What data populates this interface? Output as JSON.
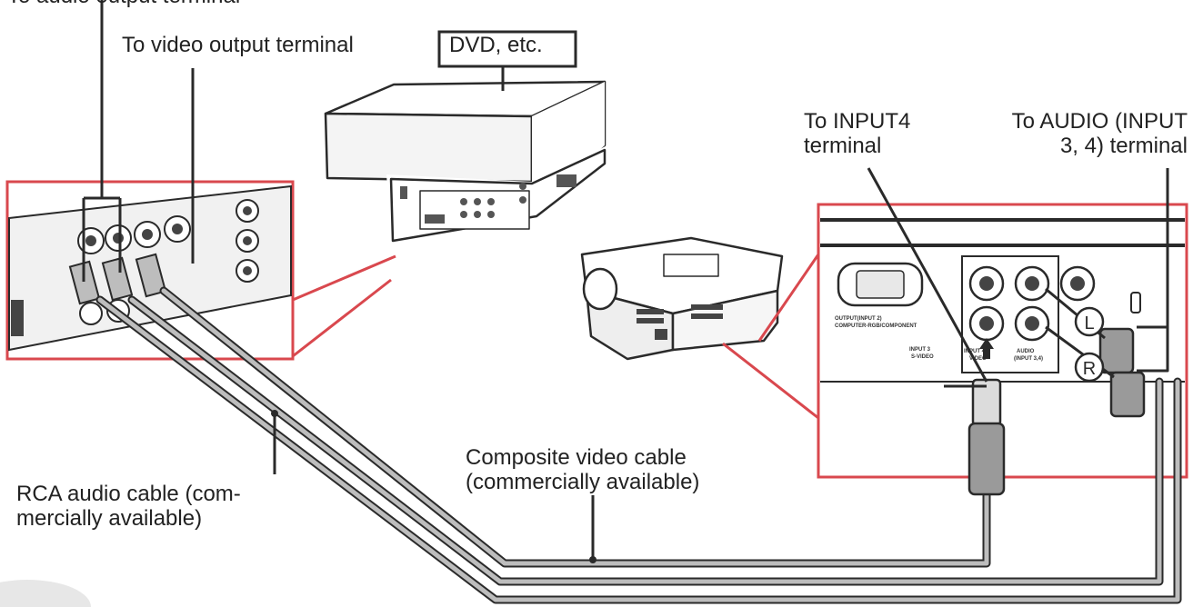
{
  "labels": {
    "top_cut": "To audio output terminal",
    "video_out": "To video output terminal",
    "dvd_box": "DVD, etc.",
    "input4": "To INPUT4\nterminal",
    "audio_in": "To AUDIO (INPUT\n3, 4) terminal",
    "rca_audio": "RCA audio cable (com-\nmercially available)",
    "composite": "Composite video cable\n(commercially available)"
  },
  "plug_labels": {
    "left": "L",
    "right": "R"
  },
  "panel": {
    "output_input2": "OUTPUT(INPUT 2)",
    "computer_component": "COMPUTER-RGB/COMPONENT",
    "input3": "INPUT 3",
    "svideo": "S-VIDEO",
    "input4_panel": "INPUT 4",
    "video": "VIDEO",
    "audio": "AUDIO",
    "input34": "(INPUT 3,4)"
  },
  "colors": {
    "callout": "#d9484e",
    "line": "#2a2a2a",
    "cable": "#8a8a8a"
  }
}
